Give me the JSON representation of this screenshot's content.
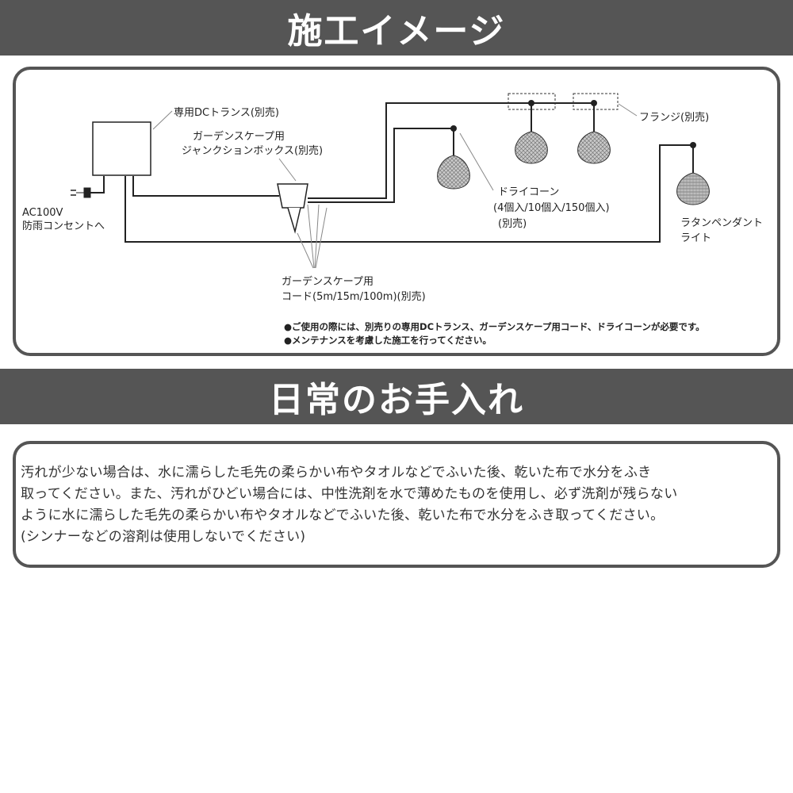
{
  "section1": {
    "title": "施工イメージ"
  },
  "section2": {
    "title": "日常のお手入れ"
  },
  "diagram": {
    "labels": {
      "trans": "専用DCトランス(別売)",
      "junction_1": "ガーデンスケープ用",
      "junction_2": "ジャンクションボックス(別売)",
      "ac_1": "AC100V",
      "ac_2": "防雨コンセントへ",
      "cord_1": "ガーデンスケープ用",
      "cord_2": "コード(5m/15m/100m)(別売)",
      "cone_1": "ドライコーン",
      "cone_2": "(4個入/10個入/150個入)",
      "cone_3": "(別売)",
      "flange": "フランジ(別売)",
      "rattan_1": "ラタンペンダント",
      "rattan_2": "ライト"
    },
    "notes": [
      "●ご使用の際には、別売りの専用DCトランス、ガーデンスケープ用コード、ドライコーンが必要です。",
      "●メンテナンスを考慮した施工を行ってください。"
    ]
  },
  "care": {
    "lines": [
      "汚れが少ない場合は、水に濡らした毛先の柔らかい布やタオルなどでふいた後、乾いた布で水分をふき",
      "取ってください。また、汚れがひどい場合には、中性洗剤を水で薄めたものを使用し、必ず洗剤が残らない",
      "ように水に濡らした毛先の柔らかい布やタオルなどでふいた後、乾いた布で水分をふき取ってください。",
      "(シンナーなどの溶剤は使用しないでください)"
    ]
  }
}
